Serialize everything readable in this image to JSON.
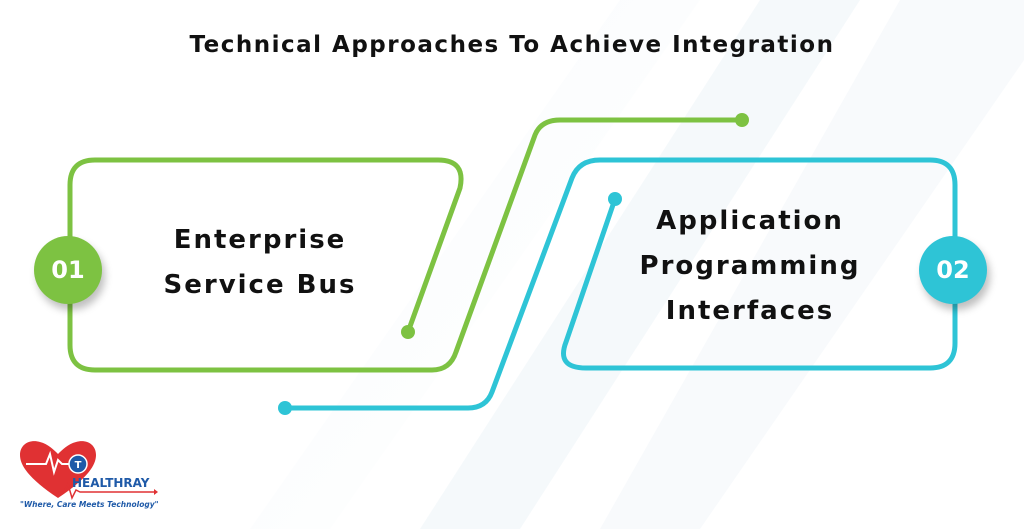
{
  "title": "Technical Approaches To Achieve Integration",
  "colors": {
    "green": "#7dc242",
    "cyan": "#2ec4d6",
    "logo_red": "#e03133",
    "logo_blue": "#1f5aa8"
  },
  "items": [
    {
      "number": "01",
      "lines": [
        "Enterprise",
        "Service Bus"
      ]
    },
    {
      "number": "02",
      "lines": [
        "Application",
        "Programming",
        "Interfaces"
      ]
    }
  ],
  "logo": {
    "name": "HEALTHRAY",
    "tagline": "\"Where, Care Meets Technology\"",
    "icon": "heart-pulse-logo"
  }
}
